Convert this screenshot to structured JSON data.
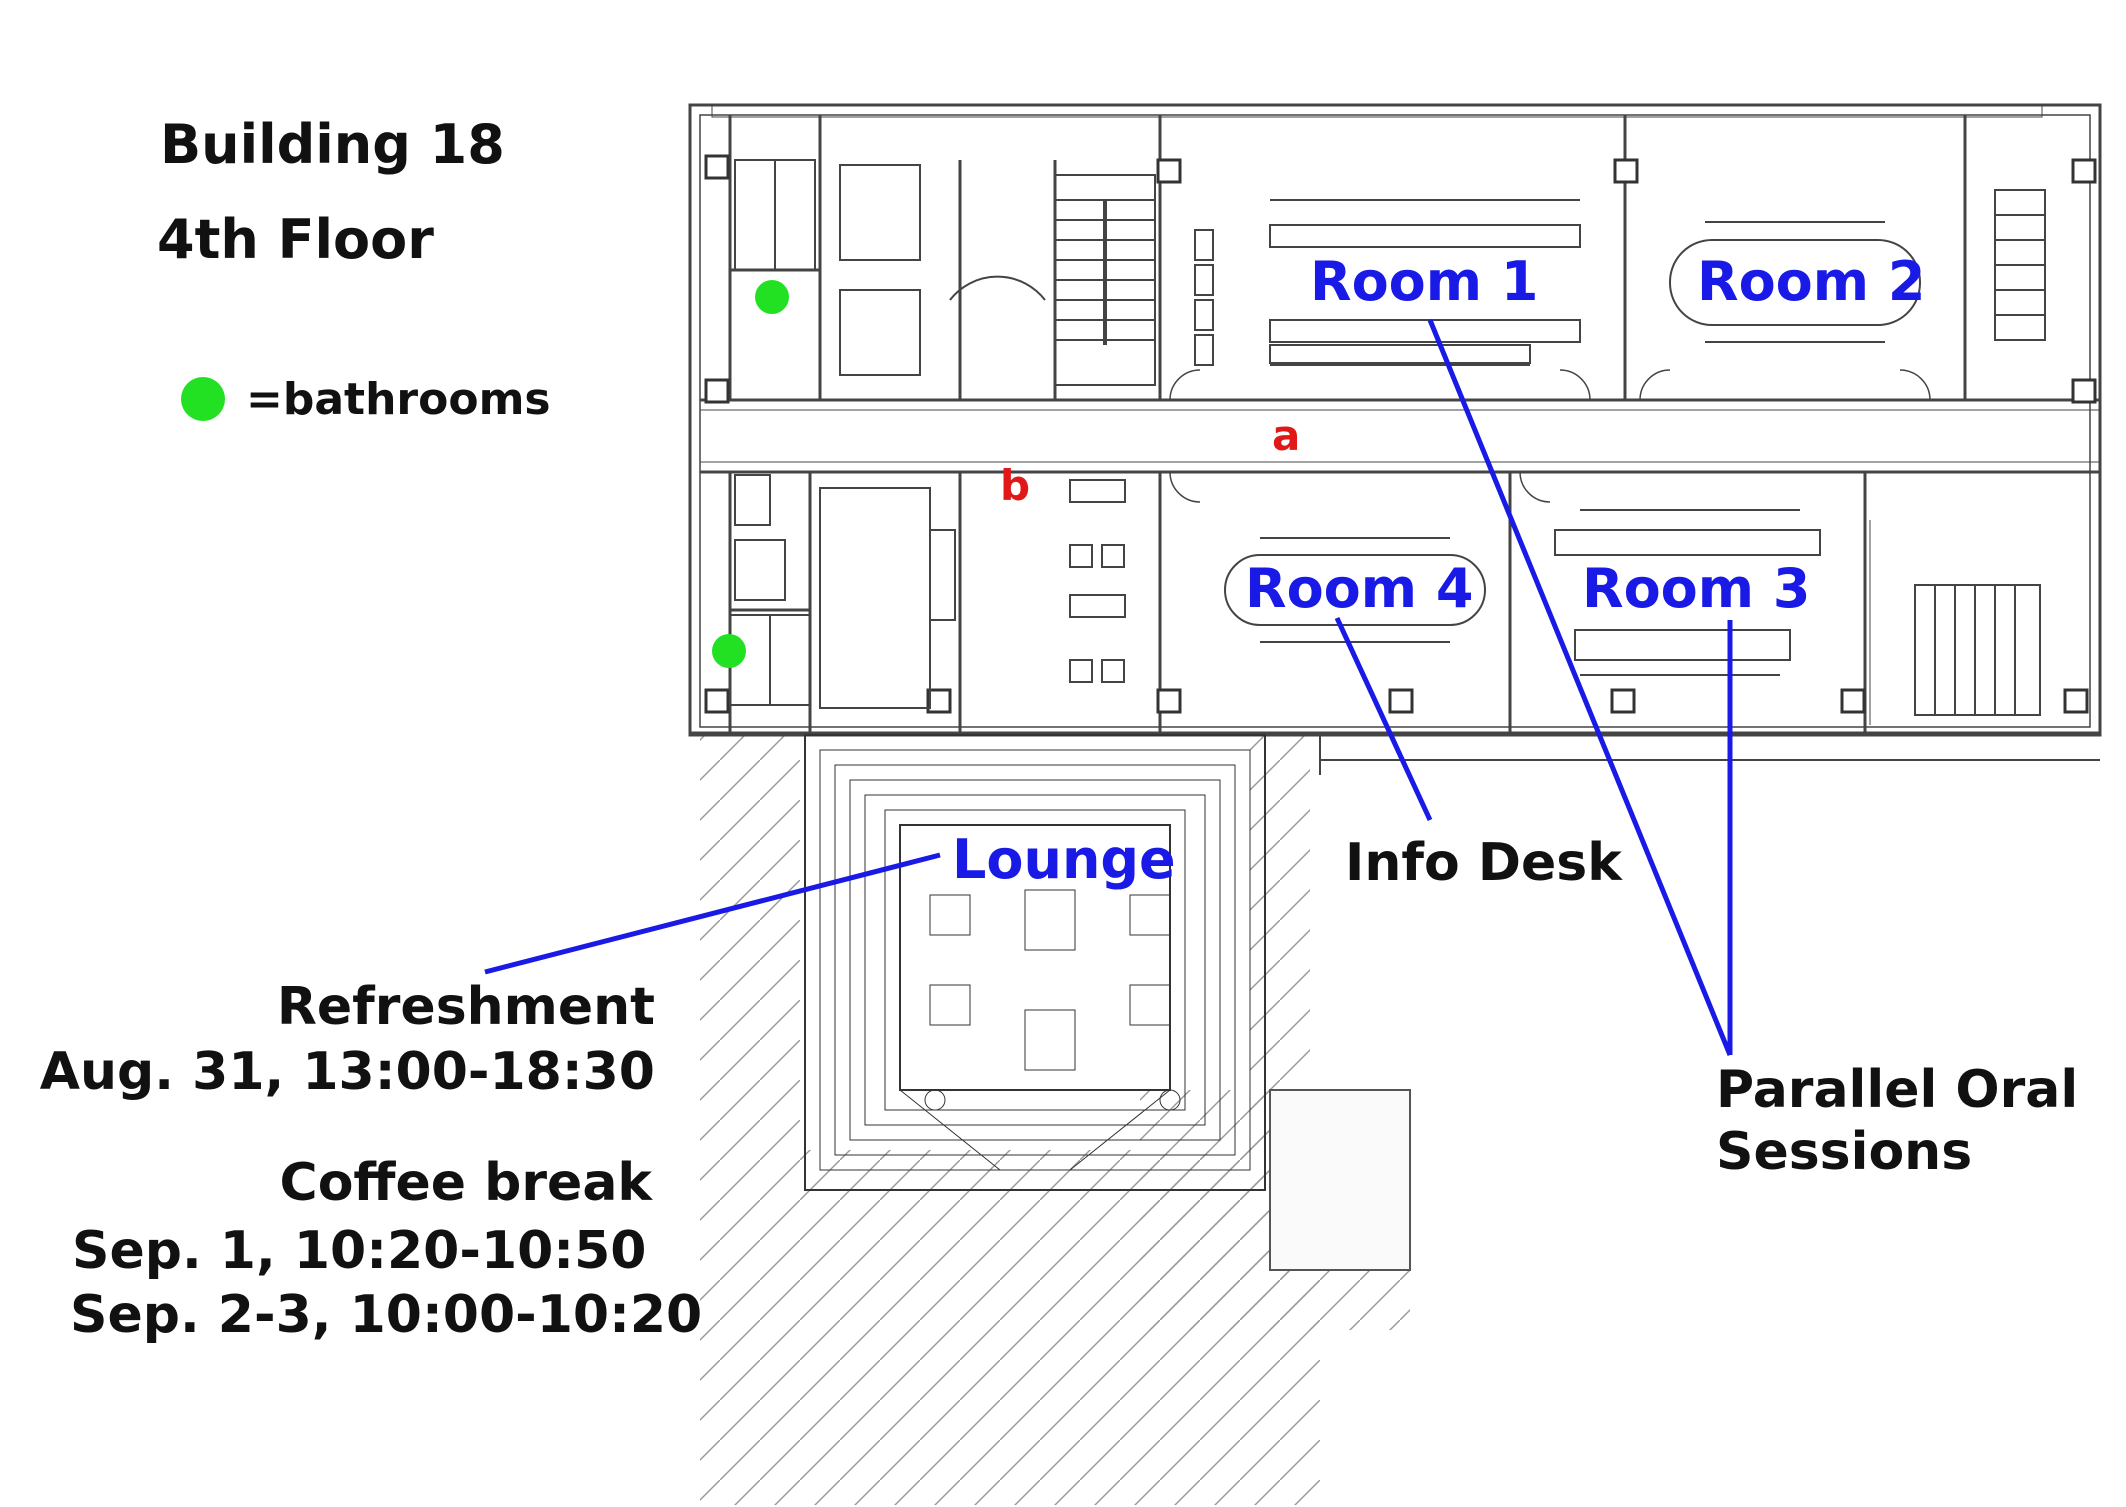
{
  "header": {
    "building": "Building 18",
    "floor": "4th Floor"
  },
  "legend": {
    "marker_label": "=bathrooms",
    "marker_color": "#22e022"
  },
  "rooms": {
    "room1": "Room 1",
    "room2": "Room 2",
    "room3": "Room 3",
    "room4": "Room 4",
    "lounge": "Lounge"
  },
  "labels": {
    "info_desk": "Info Desk",
    "parallel_line1": "Parallel Oral",
    "parallel_line2": "Sessions"
  },
  "markers": {
    "a": "a",
    "b": "b"
  },
  "schedule": {
    "refreshment_title": "Refreshment",
    "refreshment_time": "Aug. 31, 13:00-18:30",
    "coffee_title": "Coffee break",
    "coffee_time1": "Sep. 1, 10:20-10:50",
    "coffee_time2": "Sep. 2-3, 10:00-10:20"
  },
  "colors": {
    "callout_line": "#1a1ae6",
    "plan_ink": "#444444",
    "marker_red": "#e01818"
  }
}
